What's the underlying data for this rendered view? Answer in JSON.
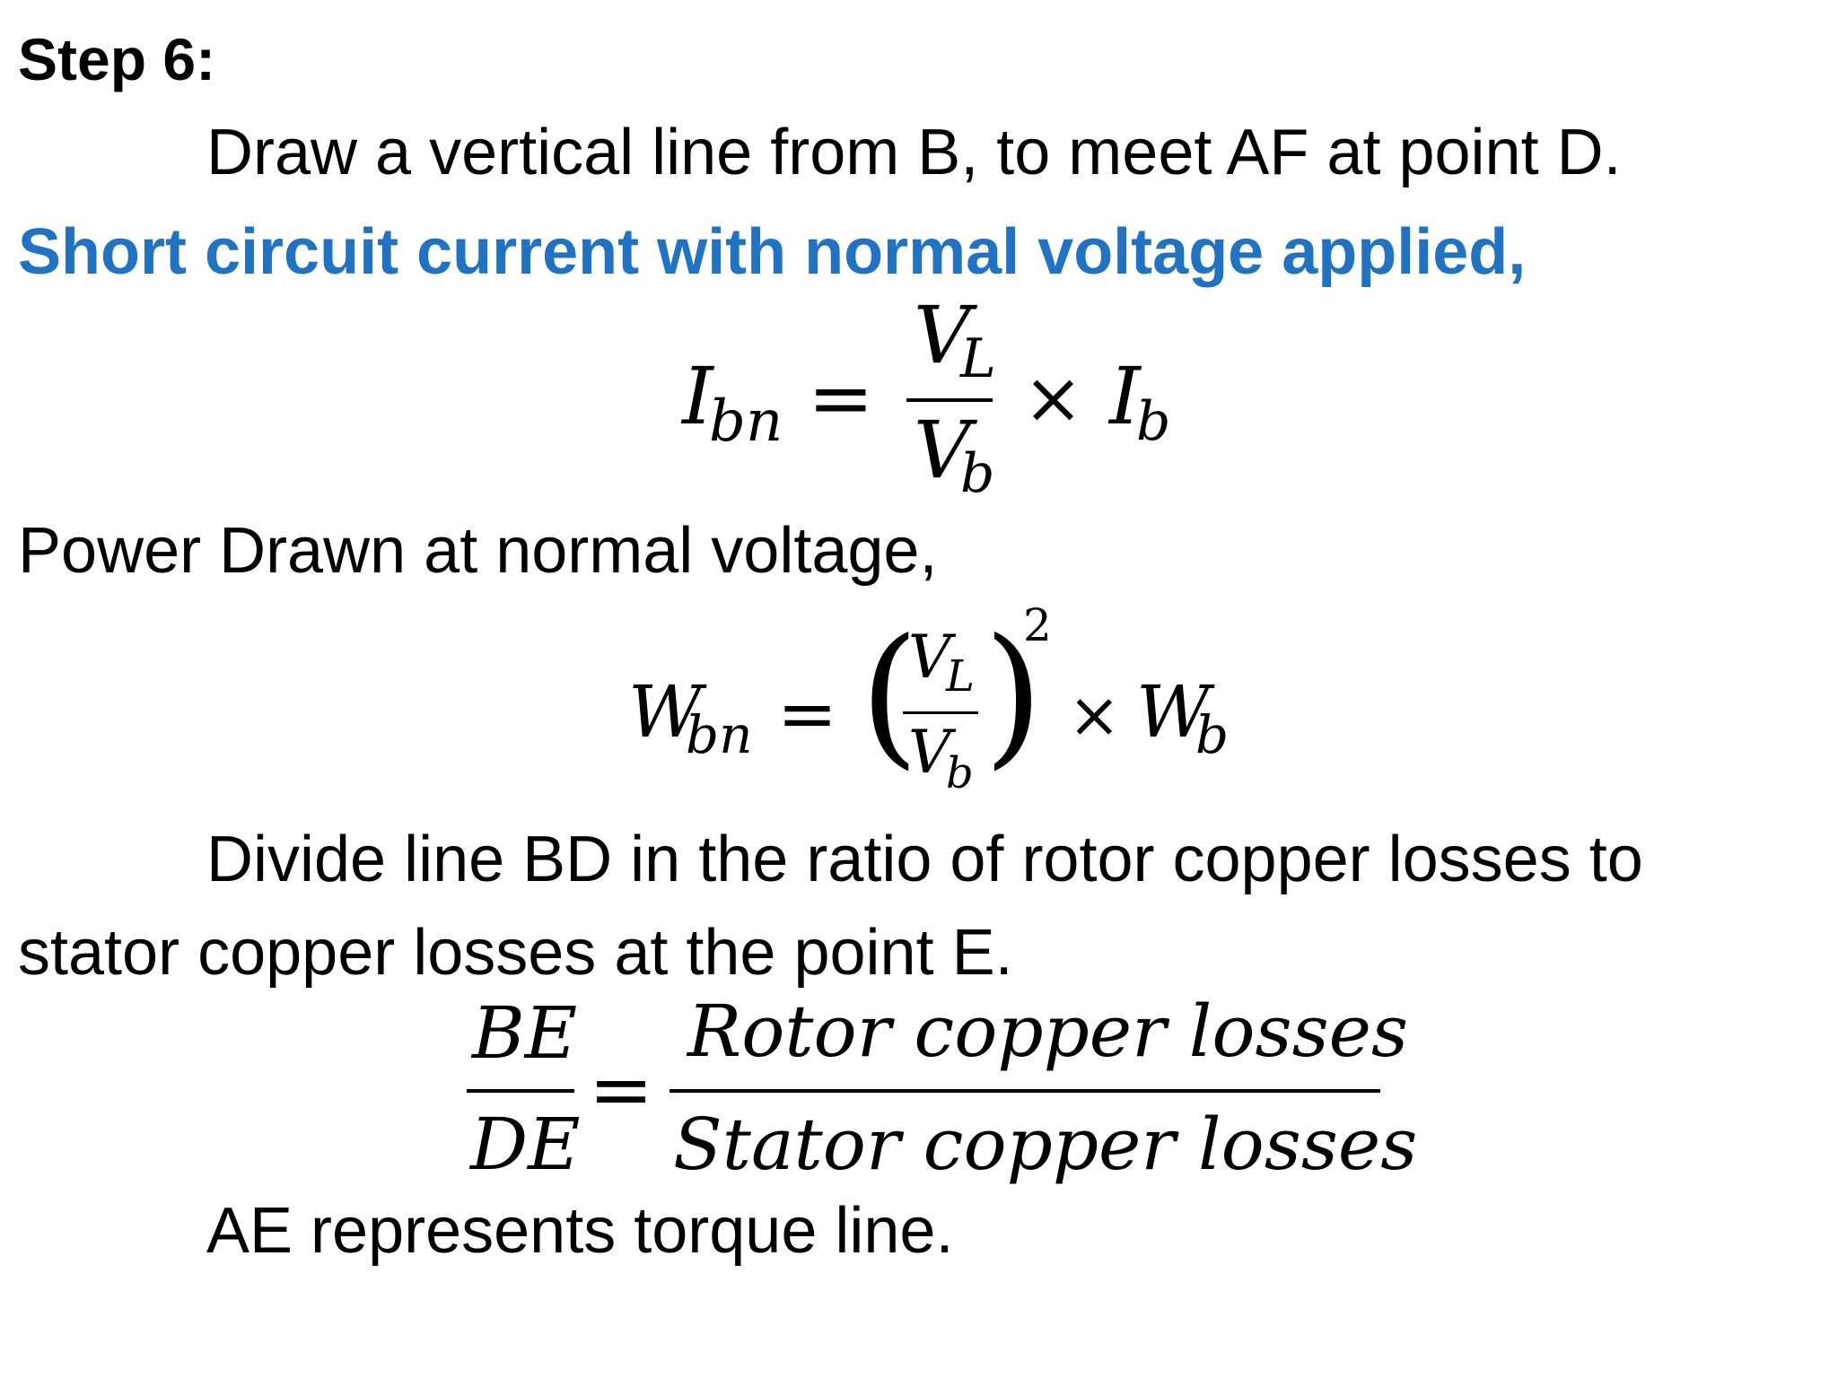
{
  "step_heading": "Step 6:",
  "instruction_1": "Draw a vertical line from B, to meet AF at point D.",
  "highlight_heading": "Short circuit current with normal voltage applied,",
  "eq1": {
    "lhs": "I",
    "lhs_sub": "bn",
    "equals": "=",
    "num": "V",
    "num_sub": "L",
    "den": "V",
    "den_sub": "b",
    "times": "×",
    "rhs": "I",
    "rhs_sub": "b"
  },
  "power_label": "Power Drawn at normal voltage,",
  "eq2": {
    "lhs": "W",
    "lhs_sub": "bn",
    "equals": "=",
    "open_paren": "(",
    "close_paren": ")",
    "num": "V",
    "num_sub": "L",
    "den": "V",
    "den_sub": "b",
    "exponent": "2",
    "times": "×",
    "rhs": "W",
    "rhs_sub": "b"
  },
  "instruction_2a": "Divide line BD in the ratio of rotor copper losses to",
  "instruction_2b": "stator copper losses at the point E.",
  "eq3": {
    "left_num": "BE",
    "left_den": "DE",
    "equals": "=",
    "right_num": "Rotor copper losses",
    "right_den": "Stator copper losses"
  },
  "conclusion": "AE represents torque line.",
  "colors": {
    "highlight": "#1f72c4",
    "text": "#000000",
    "background": "#ffffff"
  }
}
